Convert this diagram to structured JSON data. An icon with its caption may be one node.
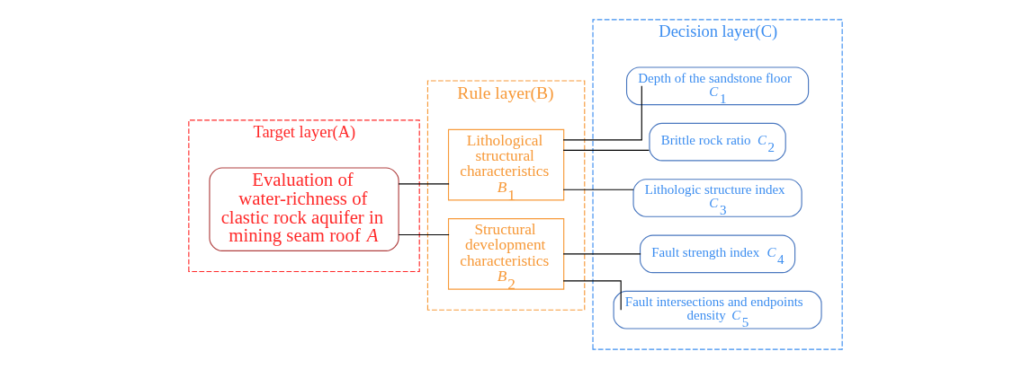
{
  "diagram": {
    "nodes": [
      {
        "text": [
          "Target layer(A)"
        ]
      },
      {
        "text": [
          "Evaluation of water-richness of clastic rock aquifer in mining seam roof *A*"
        ],
        "in": 0
      },
      {
        "text": [
          "Rule layer(B)"
        ]
      },
      {
        "text": [
          "Lithological structural characteristics *B*$_{1}$"
        ],
        "in": 2
      },
      {
        "text": [
          "Structural development characteristics *B*$_{2}$"
        ],
        "in": 2
      },
      {
        "text": [
          "Decision layer(C)"
        ]
      },
      {
        "text": [
          "Depth of the sandstone floor *C*$_{1}$"
        ],
        "in": 5
      },
      {
        "text": [
          "Brittle rock ratio *C*$_{2}$"
        ],
        "in": 5
      },
      {
        "text": [
          "Lithologic structure index *C*$_{3}$"
        ],
        "in": 5
      },
      {
        "text": [
          "Fault strength index *C*$_{4}$"
        ],
        "in": 5
      },
      {
        "text": [
          "Fault intersections and endpoints density *C*$_{5}$"
        ],
        "in": 5
      }
    ],
    "edges": [
      {
        "from": 1,
        "to": 3,
        "arrow": "none"
      },
      {
        "from": 1,
        "to": 4,
        "arrow": "none"
      },
      {
        "from": 3,
        "to": 6,
        "arrow": "none"
      },
      {
        "from": 3,
        "to": 7,
        "arrow": "none"
      },
      {
        "from": 3,
        "to": 8,
        "arrow": "none"
      },
      {
        "from": 4,
        "to": 9,
        "arrow": "none"
      },
      {
        "from": 4,
        "to": 10,
        "arrow": "none"
      }
    ]
  }
}
